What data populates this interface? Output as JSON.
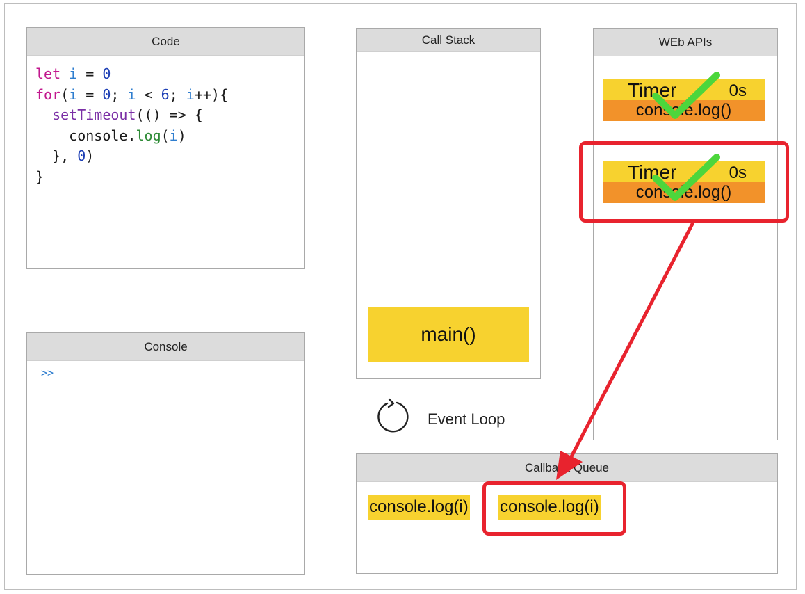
{
  "code_panel": {
    "title": "Code",
    "lines": [
      [
        {
          "t": "let ",
          "c": "kw"
        },
        {
          "t": "i",
          "c": "var"
        },
        {
          "t": " = "
        },
        {
          "t": "0",
          "c": "num"
        }
      ],
      [
        {
          "t": "for",
          "c": "kw"
        },
        {
          "t": "("
        },
        {
          "t": "i",
          "c": "var"
        },
        {
          "t": " = "
        },
        {
          "t": "0",
          "c": "num"
        },
        {
          "t": "; "
        },
        {
          "t": "i",
          "c": "var"
        },
        {
          "t": " < "
        },
        {
          "t": "6",
          "c": "num"
        },
        {
          "t": "; "
        },
        {
          "t": "i",
          "c": "var"
        },
        {
          "t": "++){"
        }
      ],
      [
        {
          "t": "  "
        },
        {
          "t": "setTimeout",
          "c": "fn"
        },
        {
          "t": "(() => {"
        }
      ],
      [
        {
          "t": "    console."
        },
        {
          "t": "log",
          "c": "lg"
        },
        {
          "t": "("
        },
        {
          "t": "i",
          "c": "var"
        },
        {
          "t": ")"
        }
      ],
      [
        {
          "t": "  }, "
        },
        {
          "t": "0",
          "c": "num"
        },
        {
          "t": ")"
        }
      ],
      [
        {
          "t": "}"
        }
      ]
    ]
  },
  "console_panel": {
    "title": "Console",
    "prompt": ">>"
  },
  "call_stack": {
    "title": "Call Stack",
    "frames": [
      "main()"
    ]
  },
  "web_apis": {
    "title": "WEb APIs",
    "timers": [
      {
        "label": "Timer",
        "time": "0s",
        "callback": "console.log()",
        "done": true
      },
      {
        "label": "Timer",
        "time": "0s",
        "callback": "console.log()",
        "done": true
      }
    ]
  },
  "event_loop": {
    "label": "Event Loop",
    "icon": "refresh-icon"
  },
  "callback_queue": {
    "title": "Callback Queue",
    "items": [
      "console.log(i)",
      "console.log(i)"
    ]
  },
  "colors": {
    "highlight": "#e8232e",
    "check": "#4cd63c",
    "block_yellow": "#f7d22f",
    "block_orange": "#f2922a"
  }
}
